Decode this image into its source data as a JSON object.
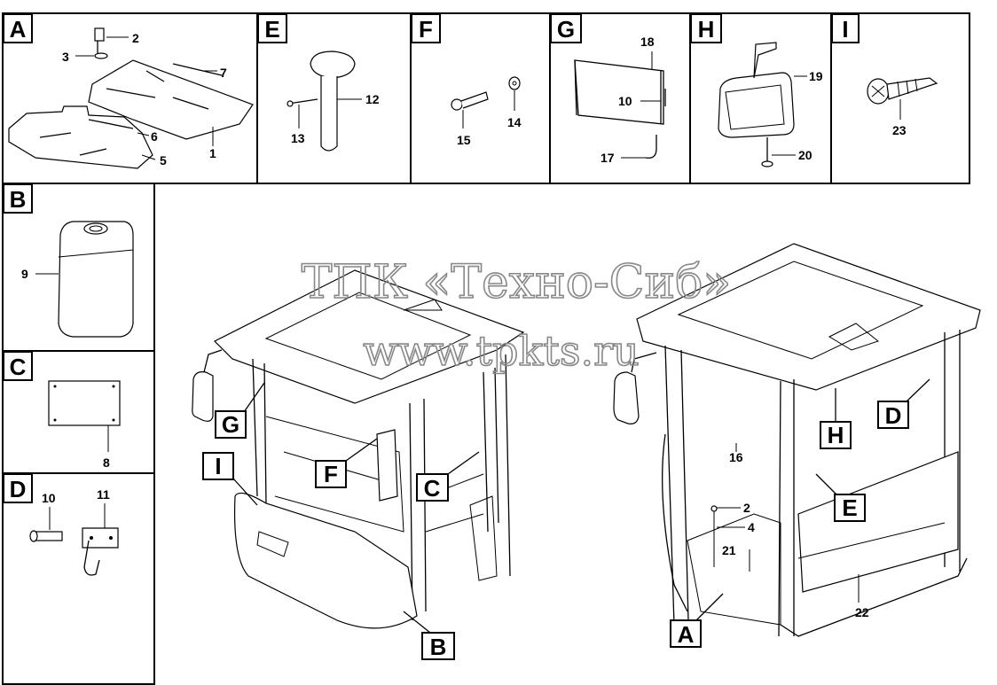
{
  "watermark": {
    "line1": "ТПК «Техно-Сиб»",
    "line2": "www.tpkts.ru"
  },
  "panels": [
    {
      "id": "A",
      "label": "A"
    },
    {
      "id": "E",
      "label": "E"
    },
    {
      "id": "F",
      "label": "F"
    },
    {
      "id": "G",
      "label": "G"
    },
    {
      "id": "H",
      "label": "H"
    },
    {
      "id": "I",
      "label": "I"
    },
    {
      "id": "B",
      "label": "B"
    },
    {
      "id": "C",
      "label": "C"
    },
    {
      "id": "D",
      "label": "D"
    }
  ],
  "part_numbers": {
    "p1": "1",
    "p2": "2",
    "p3": "3",
    "p4": "4",
    "p5": "5",
    "p6": "6",
    "p7": "7",
    "p8": "8",
    "p9": "9",
    "p10": "10",
    "p10g": "10",
    "p11": "11",
    "p12": "12",
    "p13": "13",
    "p14": "14",
    "p15": "15",
    "p16": "16",
    "p17": "17",
    "p18": "18",
    "p19": "19",
    "p20": "20",
    "p21": "21",
    "p22": "22",
    "p23": "23",
    "p2b": "2",
    "p4b": "4"
  },
  "callouts": {
    "left_cab": [
      "G",
      "I",
      "F",
      "C",
      "B"
    ],
    "right_cab": [
      "D",
      "H",
      "E",
      "A"
    ]
  }
}
